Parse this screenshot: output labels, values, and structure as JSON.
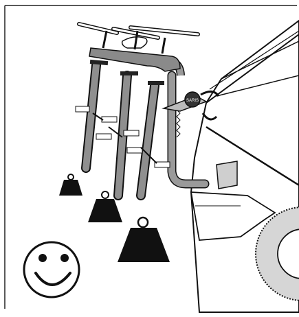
{
  "illustration": {
    "background": "#ffffff",
    "ink": "#111111",
    "rack_gray": "#8a8a8a",
    "car_fill": "#ffffff",
    "tire_gray": "#cfcfcf",
    "weights": [
      {
        "id": "small"
      },
      {
        "id": "medium"
      },
      {
        "id": "large"
      }
    ],
    "bikes": 3,
    "icons": [
      "smiley-face-icon",
      "weight-icon",
      "bike-rack-icon",
      "car-icon"
    ]
  },
  "logo": {
    "text": "SARIS"
  }
}
